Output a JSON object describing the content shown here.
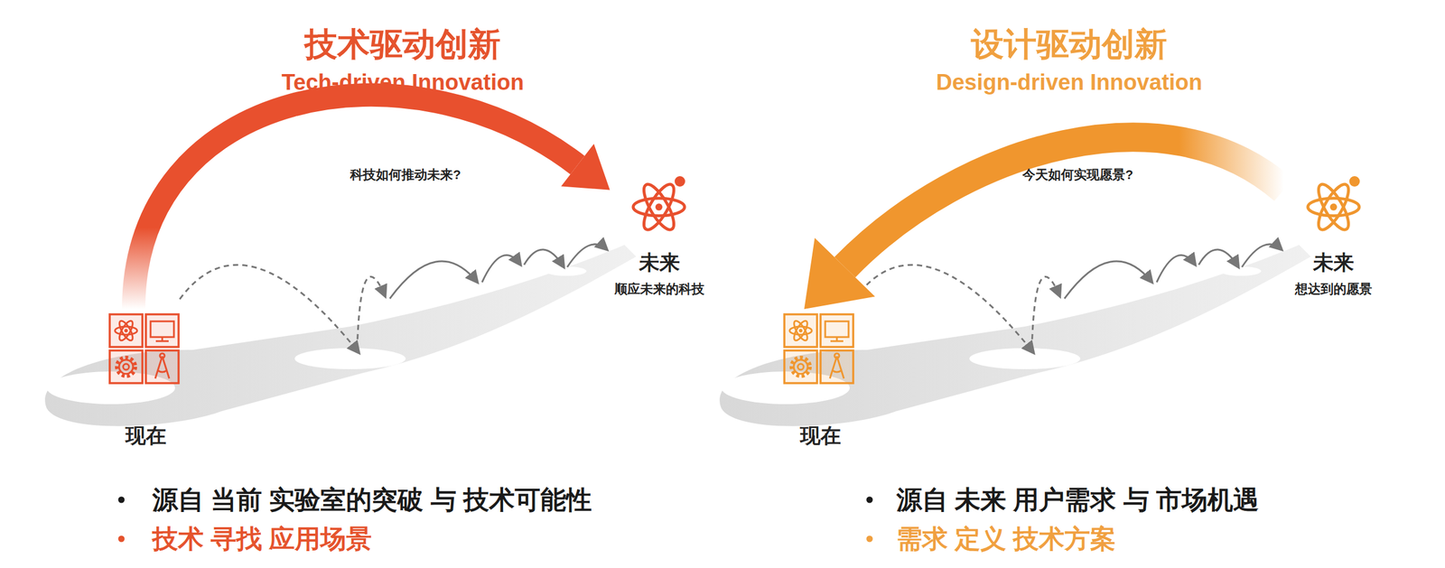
{
  "diagram": {
    "nodes": [
      {
        "text": [
          "现在"
        ]
      },
      {
        "text": [
          "未来",
          "顺应未来的科技"
        ]
      },
      {
        "text": [
          "现在"
        ]
      },
      {
        "text": [
          "未来",
          "想达到的愿景"
        ]
      }
    ],
    "edges": [
      {
        "from": 0,
        "to": 1,
        "arrow": "to",
        "label": "科技如何推动未来?"
      },
      {
        "from": 3,
        "to": 2,
        "arrow": "to",
        "label": "今天如何实现愿景?"
      }
    ],
    "labels": [
      "技术驱动创新",
      "Tech-driven Innovation",
      "源自 当前 实验室的突破 与 技术可能性",
      "技术 寻找 应用场景",
      "设计驱动创新",
      "Design-driven Innovation",
      "源自 未来 用户需求 与 市场机遇",
      "需求 定义 技术方案"
    ]
  }
}
